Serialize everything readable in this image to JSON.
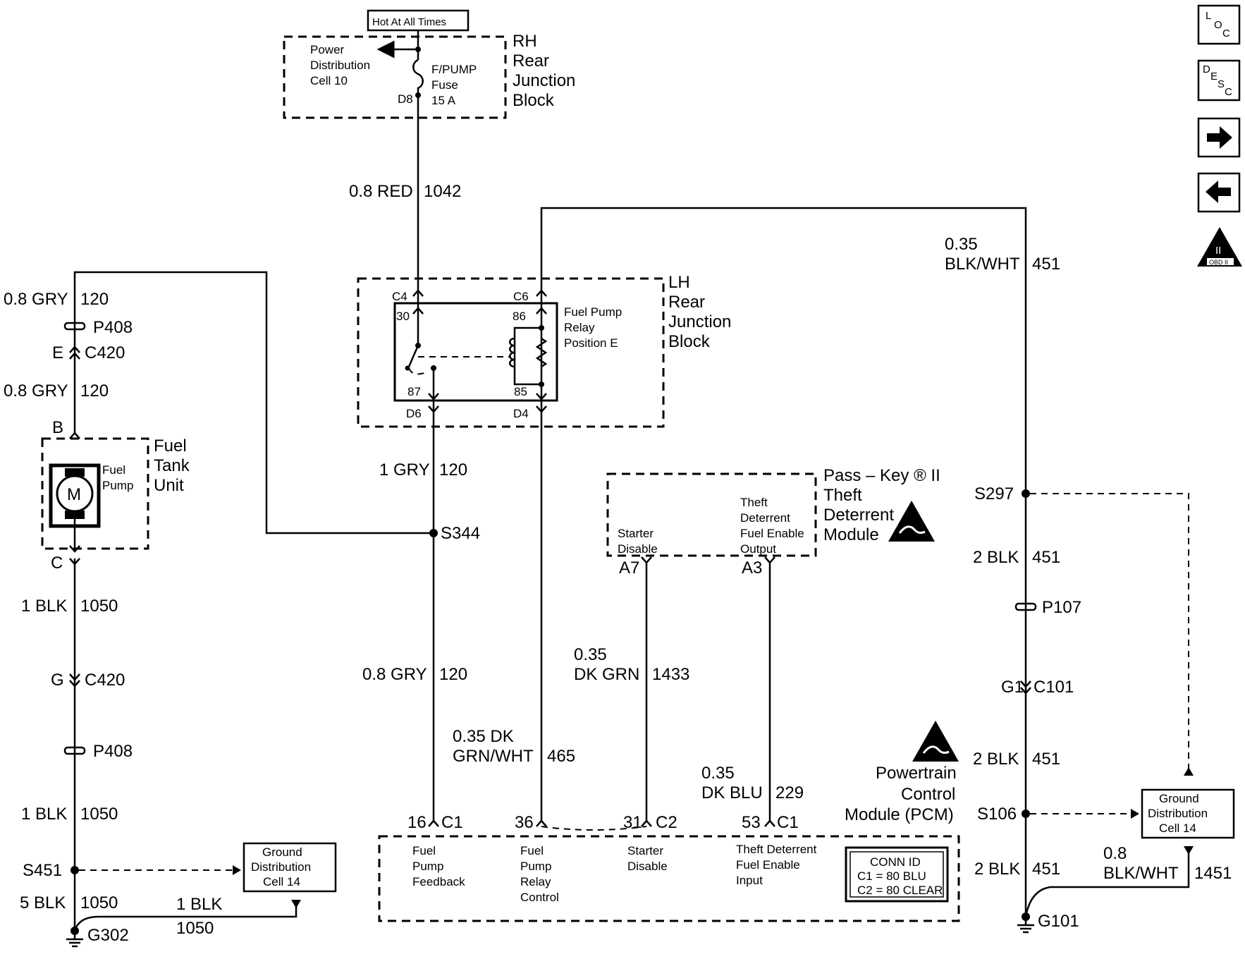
{
  "nav": {
    "loc_label": [
      "L",
      "O",
      "C"
    ],
    "desc_label": [
      "D",
      "E",
      "S",
      "C"
    ],
    "obd_label": "OBD II",
    "obd_numeral": "II"
  },
  "rh_block": {
    "hot_label": "Hot At All Times",
    "title": [
      "RH",
      "Rear",
      "Junction",
      "Block"
    ],
    "power_dist": [
      "Power",
      "Distribution",
      "Cell 10"
    ],
    "fuse": [
      "F/PUMP",
      "Fuse",
      "15 A"
    ],
    "fuse_pin": "D8"
  },
  "wires": {
    "w1042_size": "0.8 RED",
    "w1042_circuit": "1042",
    "w451_top_size": [
      "0.35",
      "BLK/WHT"
    ],
    "w451_top_circuit": "451",
    "w120_a_size": "0.8 GRY",
    "w120_a_circuit": "120",
    "w120_b_size": "0.8 GRY",
    "w120_b_circuit": "120",
    "w120_c_size": "1 GRY",
    "w120_c_circuit": "120",
    "w120_d_size": "0.8 GRY",
    "w120_d_circuit": "120",
    "w1050_a_size": "1 BLK",
    "w1050_a_circuit": "1050",
    "w1050_b_size": "1 BLK",
    "w1050_b_circuit": "1050",
    "w1050_c_size": "5 BLK",
    "w1050_c_circuit": "1050",
    "w1050_d_size": "1 BLK",
    "w1050_d_circuit": "1050",
    "w1433_size": [
      "0.35",
      "DK GRN"
    ],
    "w1433_circuit": "1433",
    "w465_size": [
      "0.35 DK",
      "GRN/WHT"
    ],
    "w465_circuit": "465",
    "w229_size": [
      "0.35",
      "DK BLU"
    ],
    "w229_circuit": "229",
    "w451_a_size": "2 BLK",
    "w451_a_circuit": "451",
    "w451_b_size": "2 BLK",
    "w451_b_circuit": "451",
    "w451_c_size": "2 BLK",
    "w451_c_circuit": "451",
    "w1451_size": [
      "0.8",
      "BLK/WHT"
    ],
    "w1451_circuit": "1451"
  },
  "lh_block": {
    "title": [
      "LH",
      "Rear",
      "Junction",
      "Block"
    ],
    "relay_label": [
      "Fuel Pump",
      "Relay",
      "Position E"
    ],
    "pins": {
      "c4": "C4",
      "c6": "C6",
      "d6": "D6",
      "d4": "D4",
      "p30": "30",
      "p86": "86",
      "p87": "87",
      "p85": "85"
    }
  },
  "fuel_tank": {
    "title": [
      "Fuel",
      "Tank",
      "Unit"
    ],
    "pump_label": [
      "Fuel",
      "Pump"
    ],
    "motor": "M",
    "pin_b": "B",
    "pin_c": "C"
  },
  "connectors": {
    "p408_top": "P408",
    "c420_top": "C420",
    "c420_top_pin": "E",
    "c420_bot": "C420",
    "c420_bot_pin": "G",
    "p408_bot": "P408",
    "s344": "S344",
    "s451": "S451",
    "g302": "G302",
    "s297": "S297",
    "p107": "P107",
    "c101": "C101",
    "c101_pin": "G1",
    "s106": "S106",
    "g101": "G101"
  },
  "ground_dist_left": [
    "Ground",
    "Distribution",
    "Cell 14"
  ],
  "ground_dist_right": [
    "Ground",
    "Distribution",
    "Cell 14"
  ],
  "passkey": {
    "title": [
      "Pass – Key ® II",
      "Theft",
      "Deterrent",
      "Module"
    ],
    "starter_disable": [
      "Starter",
      "Disable"
    ],
    "theft_output": [
      "Theft",
      "Deterrent",
      "Fuel Enable",
      "Output"
    ],
    "pin_a7": "A7",
    "pin_a3": "A3"
  },
  "pcm": {
    "title": [
      "Powertrain",
      "Control",
      "Module (PCM)"
    ],
    "pin16": "16",
    "conn16": "C1",
    "pin36": "36",
    "pin31": "31",
    "conn31": "C2",
    "pin53": "53",
    "conn53": "C1",
    "fuel_pump_feedback": [
      "Fuel",
      "Pump",
      "Feedback"
    ],
    "fuel_pump_relay_control": [
      "Fuel",
      "Pump",
      "Relay",
      "Control"
    ],
    "starter_disable": [
      "Starter",
      "Disable"
    ],
    "theft_input": [
      "Theft Deterrent",
      "Fuel Enable",
      "Input"
    ],
    "conn_id_title": "CONN ID",
    "conn_id_c1": "C1 = 80 BLU",
    "conn_id_c2": "C2 = 80 CLEAR"
  }
}
